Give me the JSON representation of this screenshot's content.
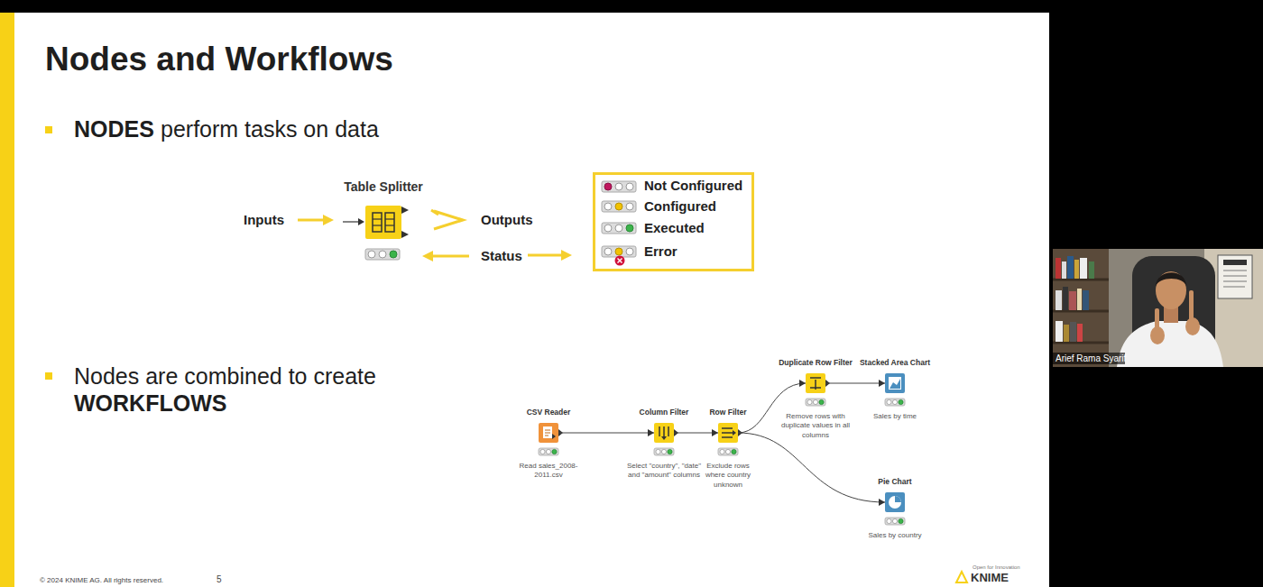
{
  "diagram": {
    "title": "Nodes and Workflows",
    "nodes": [
      {
        "text": [
          "Table Splitter"
        ]
      },
      {
        "text": [
          "CSV Reader",
          "Read sales_2008-2011.csv"
        ]
      },
      {
        "text": [
          "Column Filter",
          "Select \"country\", \"date\" and \"amount\" columns"
        ]
      },
      {
        "text": [
          "Row Filter",
          "Exclude rows where country unknown"
        ]
      },
      {
        "text": [
          "Duplicate Row Filter",
          "Remove rows with duplicate values in all columns"
        ]
      },
      {
        "text": [
          "Stacked Area Chart",
          "Sales by time"
        ]
      },
      {
        "text": [
          "Pie Chart",
          "Sales by country"
        ]
      }
    ],
    "edges": [
      {
        "from": 1,
        "to": 2,
        "arrow": "to"
      },
      {
        "from": 2,
        "to": 3,
        "arrow": "to"
      },
      {
        "from": 3,
        "to": 4,
        "arrow": "to"
      },
      {
        "from": 4,
        "to": 5,
        "arrow": "to"
      },
      {
        "from": 3,
        "to": 6,
        "arrow": "to"
      }
    ],
    "labels": [
      "NODES",
      "perform tasks on data",
      "Inputs",
      "Outputs",
      "Status",
      "Nodes are combined to create",
      "WORKFLOWS",
      "© 2024 KNIME AG. All rights reserved.",
      "5",
      "Arief Rama Syarif",
      "Open for Innovation",
      "KNIME"
    ],
    "legend": [
      {
        "text": "Not Configured"
      },
      {
        "text": "Configured"
      },
      {
        "text": "Executed"
      },
      {
        "text": "Error"
      }
    ]
  }
}
